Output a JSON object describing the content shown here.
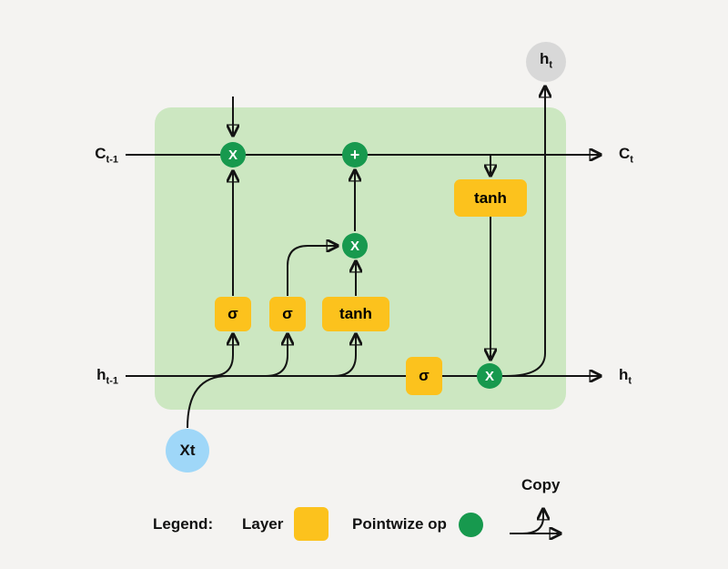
{
  "nodes": {
    "op_forget": "X",
    "op_add": "+",
    "op_input": "X",
    "op_output": "X",
    "gate_sigma_1": "σ",
    "gate_sigma_2": "σ",
    "gate_tanh_main": "tanh",
    "gate_tanh_out": "tanh",
    "gate_sigma_out": "σ",
    "input": "Xt"
  },
  "labels": {
    "c_prev_base": "C",
    "c_prev_sub": "t-1",
    "c_next_base": "C",
    "c_next_sub": "t",
    "h_prev_base": "h",
    "h_prev_sub": "t-1",
    "h_next_base": "h",
    "h_next_sub": "t",
    "h_top_base": "h",
    "h_top_sub": "t"
  },
  "legend": {
    "title": "Legend:",
    "layer": "Layer",
    "pointwise": "Pointwize op",
    "copy": "Copy"
  },
  "colors": {
    "page_bg": "#f4f3f1",
    "cell_bg": "#cce7c1",
    "accent_green": "#17994e",
    "layer_yellow": "#fcc21d",
    "input_blue": "#9fd7f8",
    "output_gray": "#d8d8d8",
    "line_color": "#141414"
  }
}
